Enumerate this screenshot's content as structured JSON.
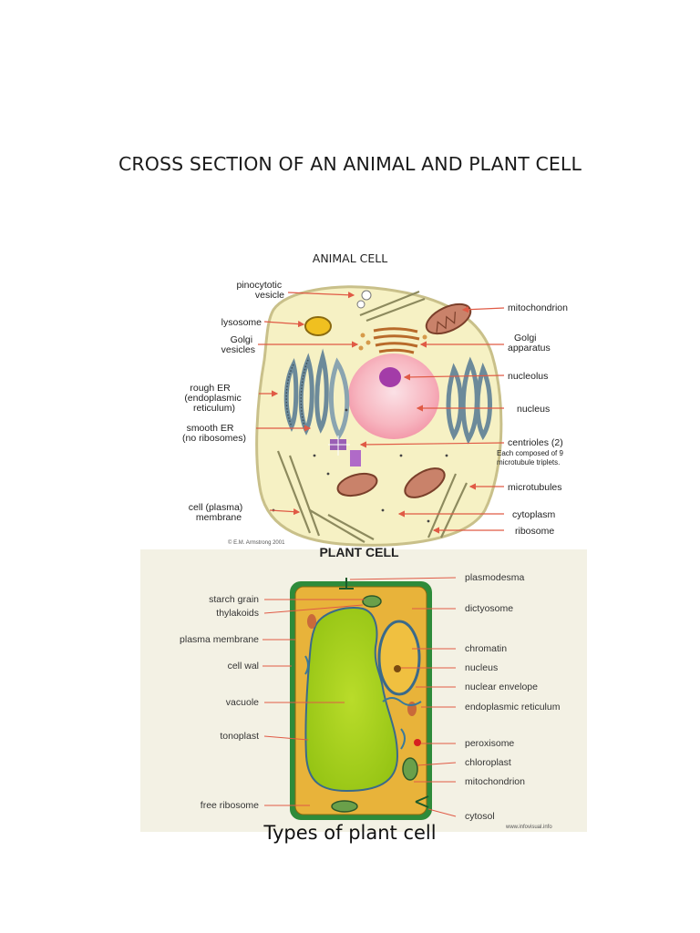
{
  "page": {
    "title": "CROSS SECTION OF AN ANIMAL AND PLANT CELL",
    "animal_caption": "ANIMAL CELL",
    "footer_caption": "Types of plant cell"
  },
  "animal_cell": {
    "left_labels": {
      "pinocytotic_vesicle": [
        "pinocytotic",
        "vesicle"
      ],
      "lysosome": "lysosome",
      "golgi_vesicles": [
        "Golgi",
        "vesicles"
      ],
      "rough_er": [
        "rough ER",
        "(endoplasmic",
        "reticulum)"
      ],
      "smooth_er": [
        "smooth ER",
        "(no ribosomes)"
      ],
      "cell_membrane": [
        "cell (plasma)",
        "membrane"
      ]
    },
    "right_labels": {
      "mitochondrion": "mitochondrion",
      "golgi_apparatus": [
        "Golgi",
        "apparatus"
      ],
      "nucleolus": "nucleolus",
      "nucleus": "nucleus",
      "centrioles": "centrioles (2)",
      "centrioles_note": [
        "Each composed of 9",
        "microtubule triplets."
      ],
      "microtubules": "microtubules",
      "cytoplasm": "cytoplasm",
      "ribosome": "ribosome"
    },
    "copyright": "© E.M. Armstrong 2001"
  },
  "plant_cell": {
    "title": "PLANT CELL",
    "left_labels": {
      "starch_grain": "starch grain",
      "thylakoids": "thylakoids",
      "plasma_membrane": "plasma membrane",
      "cell_wall": "cell wal",
      "vacuole": "vacuole",
      "tonoplast": "tonoplast",
      "free_ribosome": "free ribosome"
    },
    "right_labels": {
      "plasmodesma": "plasmodesma",
      "dictyosome": "dictyosome",
      "chromatin": "chromatin",
      "nucleus": "nucleus",
      "nuclear_envelope": "nuclear envelope",
      "endoplasmic_reticulum": "endoplasmic reticulum",
      "peroxisome": "peroxisome",
      "chloroplast": "chloroplast",
      "mitochondrion": "mitochondrion",
      "cytosol": "cytosol"
    },
    "watermark": "www.infovisual.info"
  },
  "colors": {
    "animal_cytoplasm": "#f6f1c4",
    "animal_nucleus": "#f7b6c0",
    "nucleolus": "#a33ca8",
    "label_arrow": "#e05a45",
    "plant_background": "#f3f1e4",
    "cell_wall": "#2e8b3a",
    "plant_cytoplasm": "#e8b33a",
    "vacuole": "#a6d11c"
  }
}
